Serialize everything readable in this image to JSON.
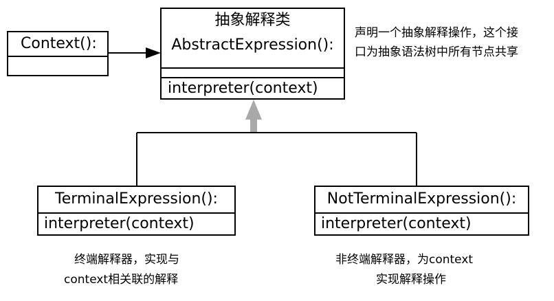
{
  "abstract_class": {
    "stereotype": "抽象解释类",
    "name": "AbstractExpression():",
    "method": "interpreter(context)"
  },
  "context_class": {
    "name": "Context():"
  },
  "terminal_class": {
    "name": "TerminalExpression():",
    "method": "interpreter(context)"
  },
  "nonterminal_class": {
    "name": "NotTerminalExpression():",
    "method": "interpreter(context)"
  },
  "notes": {
    "abstract_line1": "声明一个抽象解释操作，这个接",
    "abstract_line2": "口为抽象语法树中所有节点共享",
    "terminal_line1": "终端解释器，实现与",
    "terminal_line2": "context相关联的解释",
    "nonterminal_line1": "非终端解释器，为context",
    "nonterminal_line2": "实现解释操作"
  }
}
